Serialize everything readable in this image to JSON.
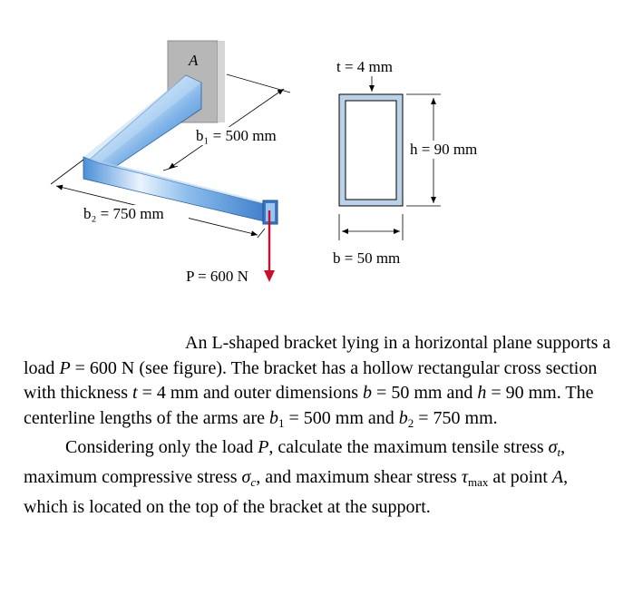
{
  "figure": {
    "support_label": "A",
    "b1_label": "b₁ = 500 mm",
    "b2_label": "b₂ = 750 mm",
    "load_label": "P = 600 N",
    "t_label": "t = 4 mm",
    "h_label": "h = 90 mm",
    "b_label": "b = 50 mm",
    "colors": {
      "beam": "#3f86d4",
      "beam_light": "#dcecfb",
      "wall": "#b9b9b9",
      "load_arrow": "#c8102e"
    }
  },
  "problem": {
    "para1_runs": [
      {
        "t": "An L-shaped bracket lying in a horizontal plane supports a load "
      },
      {
        "t": "P",
        "i": true
      },
      {
        "t": " = 600 N (see figure). The bracket has a hollow rectangular cross section with thickness "
      },
      {
        "t": "t",
        "i": true
      },
      {
        "t": " = 4 mm and outer dimensions "
      },
      {
        "t": "b",
        "i": true
      },
      {
        "t": " = 50 mm and "
      },
      {
        "t": "h",
        "i": true
      },
      {
        "t": " = 90 mm. The centerline lengths of the arms are "
      },
      {
        "t": "b",
        "i": true
      },
      {
        "t": "1",
        "sub": true
      },
      {
        "t": " = 500 mm and "
      },
      {
        "t": "b",
        "i": true
      },
      {
        "t": "2",
        "sub": true
      },
      {
        "t": " = 750 mm."
      }
    ],
    "para2_runs": [
      {
        "t": "Considering only the load "
      },
      {
        "t": "P",
        "i": true
      },
      {
        "t": ", calculate the maximum tensile stress "
      },
      {
        "t": "σ",
        "i": true
      },
      {
        "t": "t",
        "sub": true,
        "i": true
      },
      {
        "t": ", maximum compressive stress "
      },
      {
        "t": "σ",
        "i": true
      },
      {
        "t": "c",
        "sub": true,
        "i": true
      },
      {
        "t": ", and maximum shear stress "
      },
      {
        "t": "τ",
        "i": true
      },
      {
        "t": "max",
        "sub": true
      },
      {
        "t": " at point "
      },
      {
        "t": "A",
        "i": true
      },
      {
        "t": ", which is located on the top of the bracket at the support."
      }
    ]
  }
}
